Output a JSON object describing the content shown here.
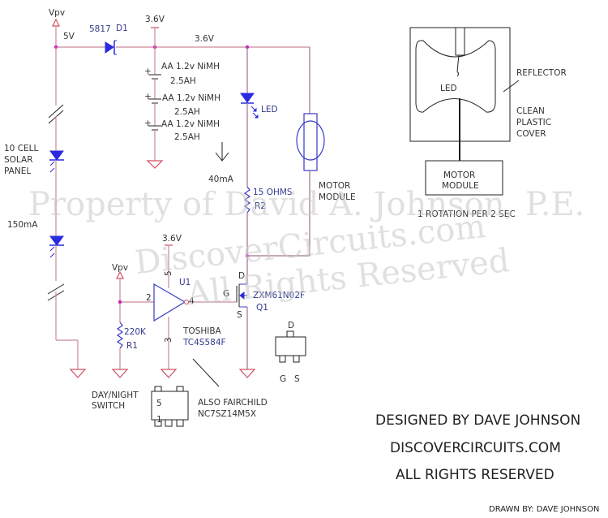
{
  "circuit": {
    "title_block": {
      "designed_by": "DESIGNED BY DAVE JOHNSON",
      "site": "DISCOVERCIRCUITS.COM",
      "rights": "ALL RIGHTS RESERVED",
      "drawn_by": "DRAWN BY: DAVE JOHNSON"
    },
    "watermark": {
      "line1": "Property of David A. Johnson, P.E.",
      "line2": "DiscoverCircuits.com",
      "line3": "All Rights Reserved"
    },
    "labels": {
      "vpv_top": "Vpv",
      "v5": "5V",
      "diode_part": "5817",
      "diode_ref": "D1",
      "v36_batt": "3.6V",
      "v36_rail": "3.6V",
      "cell1": "AA 1.2v NiMH",
      "cell1_cap": "2.5AH",
      "cell2": "AA 1.2v NiMH",
      "cell2_cap": "2.5AH",
      "cell3": "AA 1.2v NiMH",
      "cell3_cap": "2.5AH",
      "led": "LED",
      "current_40": "40mA",
      "r2_value": "15 OHMS",
      "r2_ref": "R2",
      "motor_module": "MOTOR",
      "motor_module2": "MODULE",
      "solar1": "10 CELL",
      "solar2": "SOLAR",
      "solar3": "PANEL",
      "current_150": "150mA",
      "v36_u1": "3.6V",
      "vpv_r1": "Vpv",
      "u1_ref": "U1",
      "u1_pin2": "2",
      "u1_pin4": "4",
      "u1_pin5": "5",
      "u1_pin3": "3",
      "r1_value": "220K",
      "r1_ref": "R1",
      "toshiba": "TOSHIBA",
      "u1_part": "TC4S584F",
      "q1_d": "D",
      "q1_g": "G",
      "q1_s": "S",
      "q1_part": "ZXM61N02F",
      "q1_ref": "Q1",
      "pkg_d": "D",
      "pkg_g": "G",
      "pkg_s": "S",
      "switch1": "DAY/NIGHT",
      "switch2": "SWITCH",
      "sot_pin5": "5",
      "sot_pin1": "1",
      "alt1": "ALSO FAIRCHILD",
      "alt2": "NC7SZ14M5X"
    },
    "mechanical": {
      "led": "LED",
      "reflector": "REFLECTOR",
      "cover1": "CLEAN",
      "cover2": "PLASTIC",
      "cover3": "COVER",
      "motor1": "MOTOR",
      "motor2": "MODULE",
      "rotation": "1 ROTATION PER 2 SEC"
    }
  }
}
